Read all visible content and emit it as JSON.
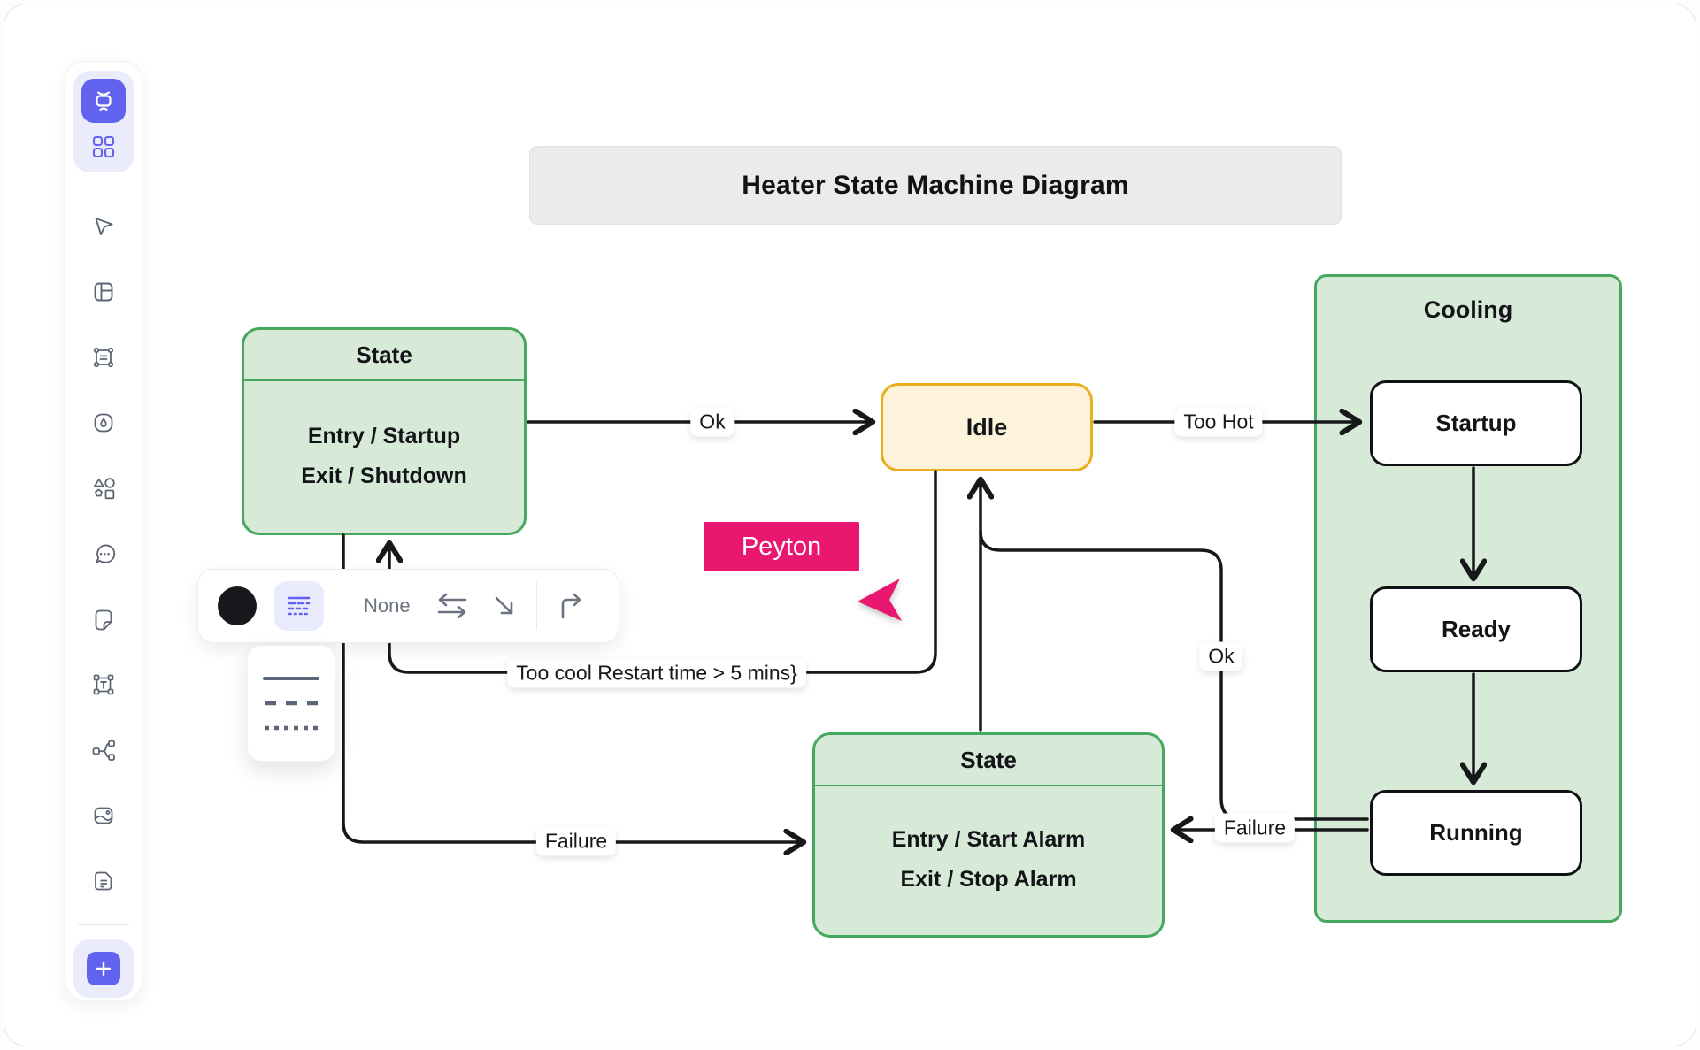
{
  "title": {
    "text": "Heater State Machine Diagram"
  },
  "sidebar": {
    "tools": [
      {
        "name": "diagram-tool",
        "active": true
      },
      {
        "name": "templates-grid",
        "active": false
      },
      {
        "name": "select-cursor"
      },
      {
        "name": "frame"
      },
      {
        "name": "section"
      },
      {
        "name": "ink-pen"
      },
      {
        "name": "shapes"
      },
      {
        "name": "comment"
      },
      {
        "name": "sticky-note"
      },
      {
        "name": "text-box"
      },
      {
        "name": "mindmap"
      },
      {
        "name": "image"
      },
      {
        "name": "document"
      },
      {
        "name": "add"
      }
    ]
  },
  "toolbar": {
    "none_label": "None",
    "items": [
      "color-swatch-black",
      "line-style-picker",
      "swap-direction",
      "straight-connector",
      "elbow-connector"
    ],
    "line_style_options": [
      "solid",
      "dashed",
      "dotted"
    ]
  },
  "collaborator": {
    "name": "Peyton",
    "color": "#e9176f"
  },
  "diagram": {
    "nodes": {
      "state_left": {
        "title": "State",
        "lines": [
          "Entry / Startup",
          "Exit / Shutdown"
        ]
      },
      "idle": {
        "label": "Idle"
      },
      "cooling": {
        "title": "Cooling",
        "children": [
          "Startup",
          "Ready",
          "Running"
        ]
      },
      "state_bottom": {
        "title": "State",
        "lines": [
          "Entry / Start Alarm",
          "Exit / Stop Alarm"
        ]
      }
    },
    "edges": [
      {
        "from": "State (heating)",
        "to": "Idle",
        "label": "Ok"
      },
      {
        "from": "Idle",
        "to": "Startup",
        "label": "Too Hot"
      },
      {
        "from": "Idle",
        "to": "State (heating)",
        "label": "Too cool Restart time > 5 mins}"
      },
      {
        "from": "State (heating)",
        "to": "State (alarm)",
        "label": "Failure"
      },
      {
        "from": "Running",
        "to": "Idle",
        "label": "Ok"
      },
      {
        "from": "Running",
        "to": "State (alarm)",
        "label": "Failure"
      },
      {
        "from": "State (alarm)",
        "to": "Idle",
        "label": ""
      },
      {
        "from": "Startup",
        "to": "Ready",
        "label": ""
      },
      {
        "from": "Ready",
        "to": "Running",
        "label": ""
      }
    ],
    "colors": {
      "state_fill": "#d7e9d7",
      "state_border": "#46a75f",
      "idle_fill": "#fcf3da",
      "idle_border": "#e9af1b",
      "inner_border": "#101114",
      "line": "#17181a",
      "accent_purple": "#6163ee",
      "collaborator_pink": "#e9176f",
      "title_fill": "#ebebed"
    }
  }
}
